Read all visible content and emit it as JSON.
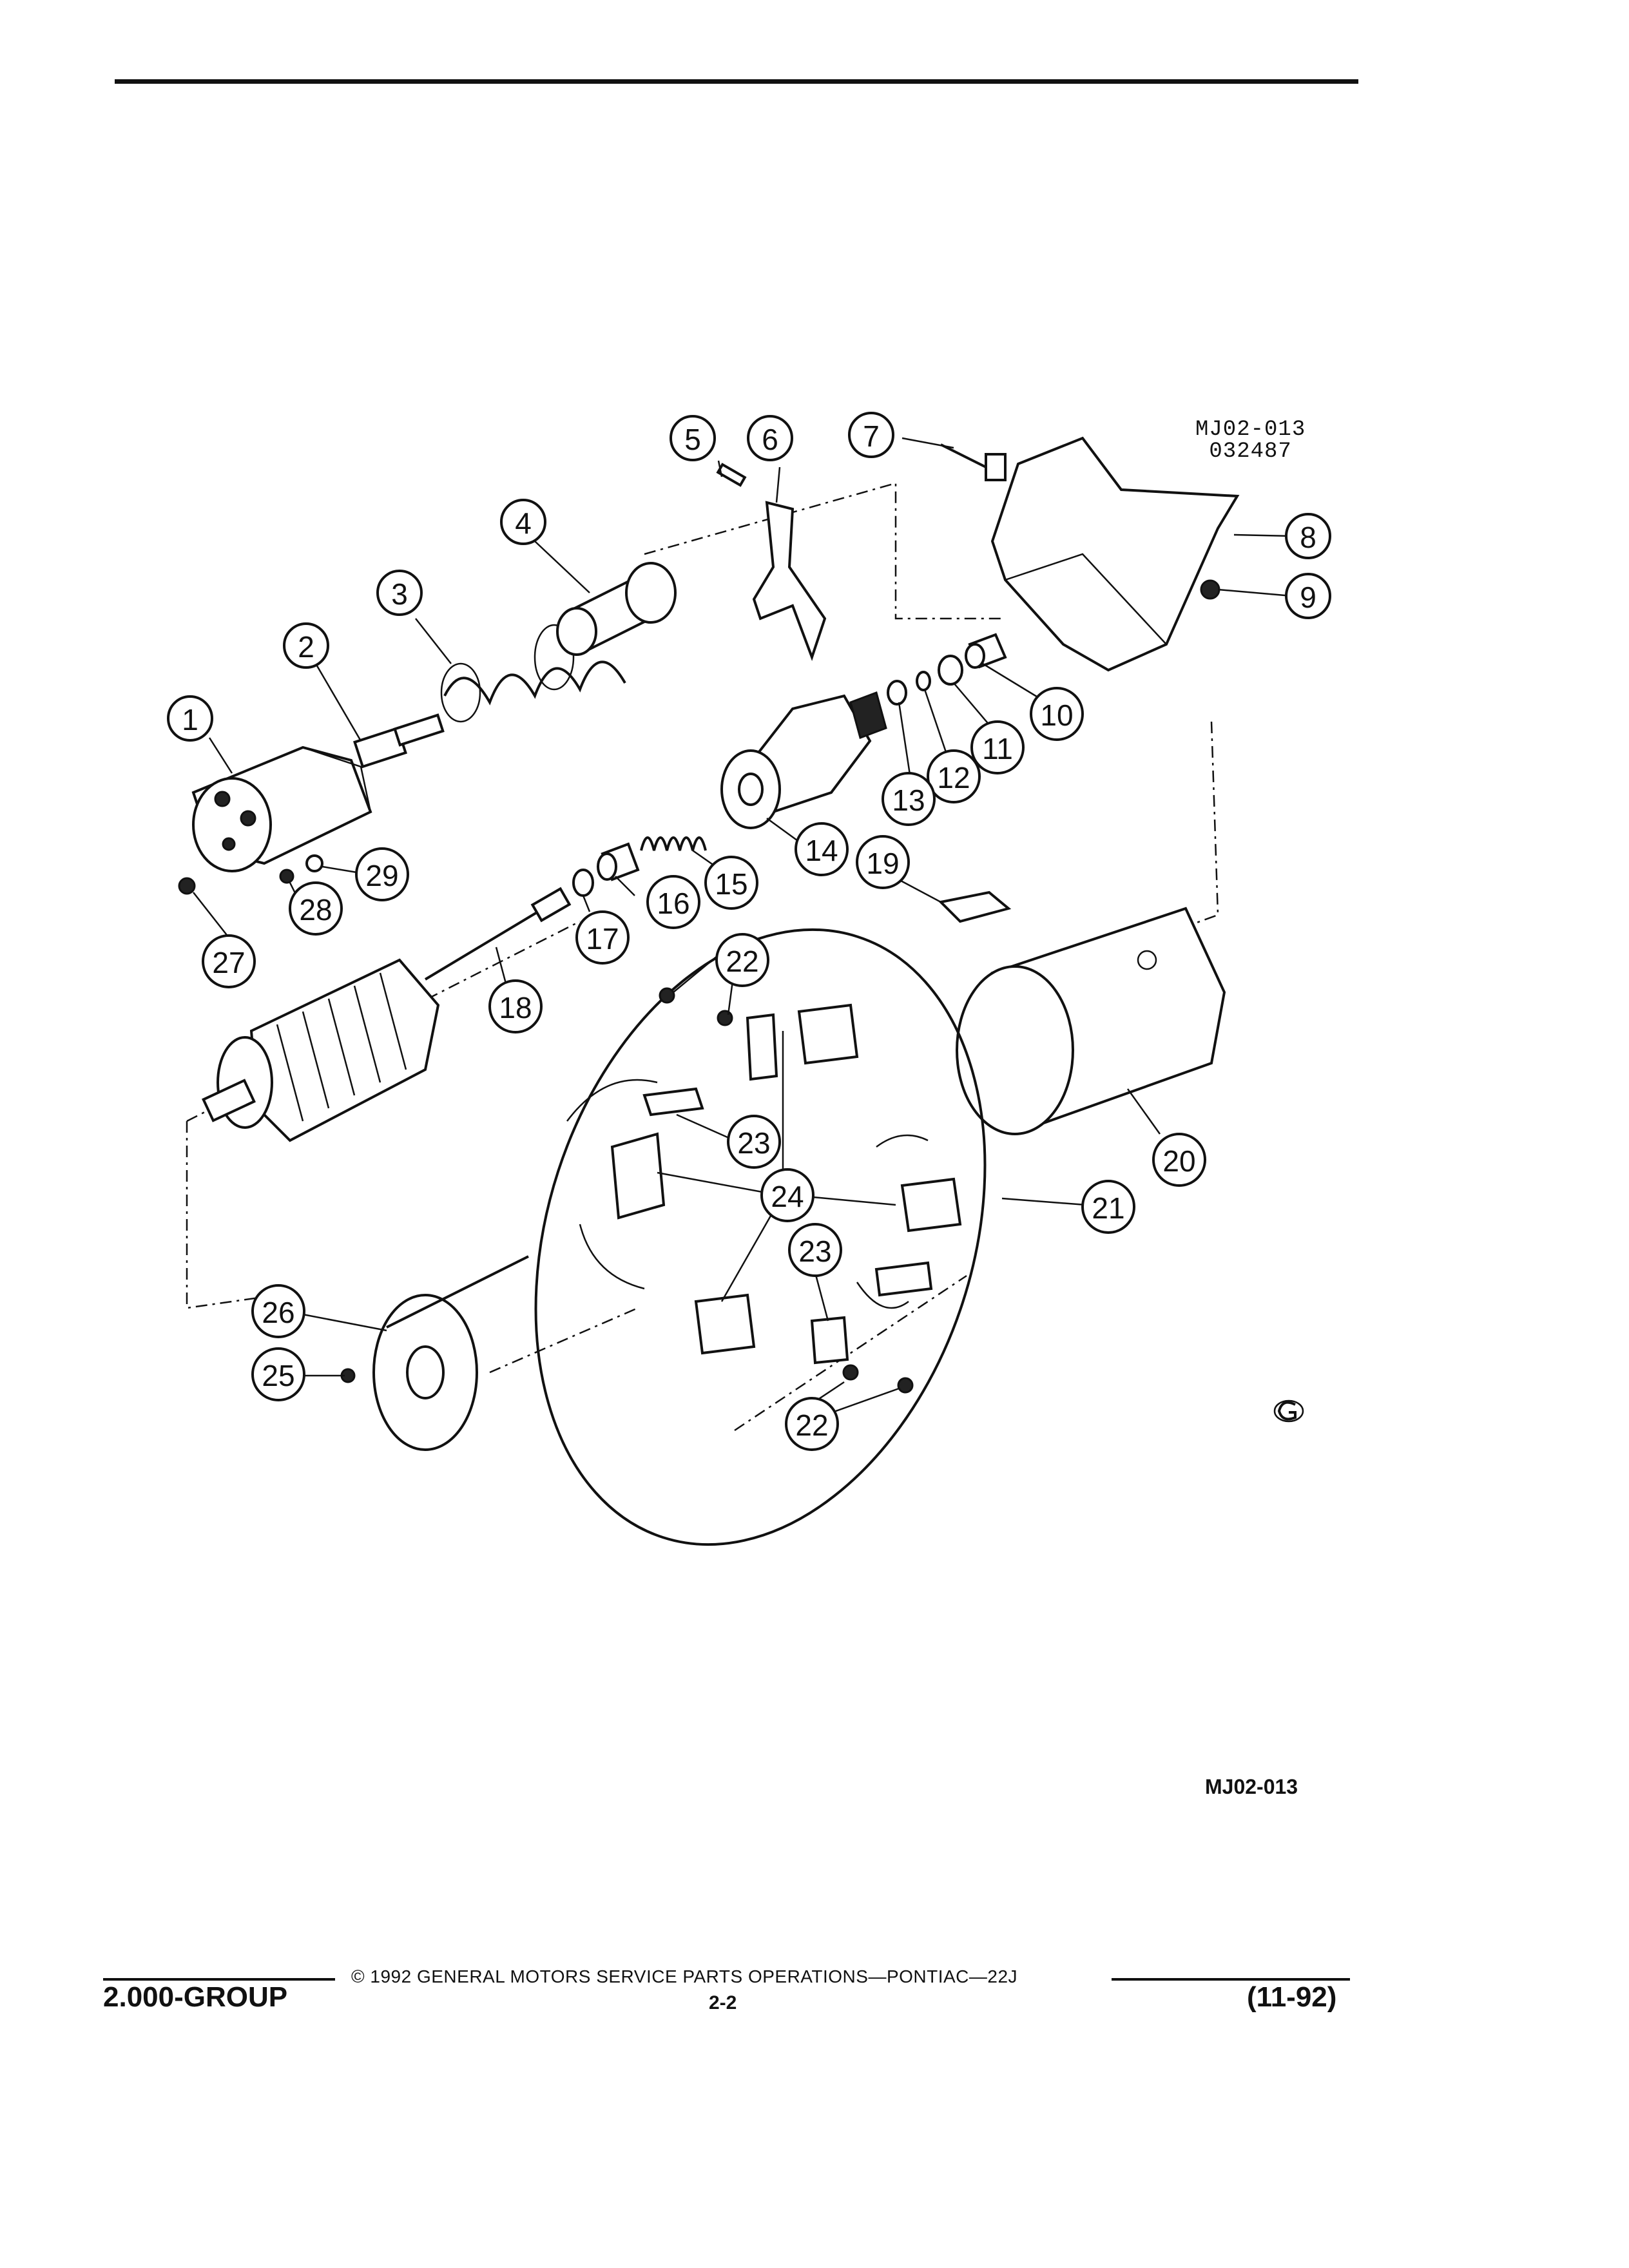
{
  "diagram": {
    "reference_code_line1": "MJ02-013",
    "reference_code_line2": "032487",
    "figure_code": "MJ02-013",
    "logo_glyph": "GM mark",
    "callouts": [
      "1",
      "2",
      "3",
      "4",
      "5",
      "6",
      "7",
      "8",
      "9",
      "10",
      "11",
      "12",
      "13",
      "14",
      "15",
      "16",
      "17",
      "18",
      "19",
      "20",
      "21",
      "22",
      "23",
      "24",
      "25",
      "26",
      "27",
      "28",
      "29"
    ]
  },
  "footer": {
    "group": "2.000-GROUP",
    "copyright": "© 1992 GENERAL MOTORS SERVICE PARTS OPERATIONS—PONTIAC—22J",
    "page": "2-2",
    "date": "(11-92)"
  }
}
